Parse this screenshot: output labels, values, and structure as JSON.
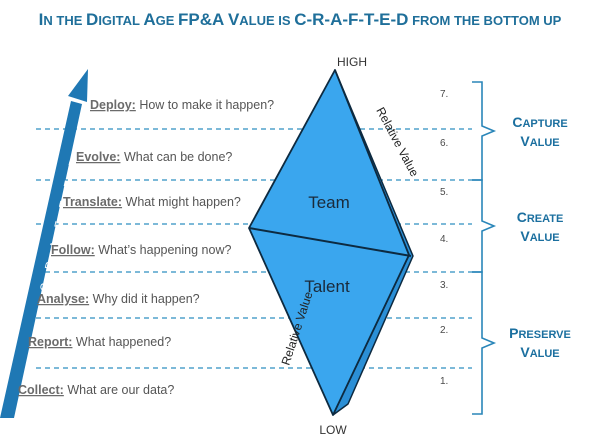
{
  "title": {
    "parts": [
      {
        "cap": "I",
        "rest": "n "
      },
      {
        "cap": "",
        "rest": "the "
      },
      {
        "cap": "D",
        "rest": "igital "
      },
      {
        "cap": "A",
        "rest": "ge "
      },
      {
        "cap": "FP&A",
        "rest": " "
      },
      {
        "cap": "V",
        "rest": "alue "
      },
      {
        "cap": "",
        "rest": "is "
      },
      {
        "cap": "C-R-A-F-T-E-D",
        "rest": " "
      },
      {
        "cap": "",
        "rest": "from the bottom up"
      }
    ]
  },
  "arrow_label": "C – R – A – F – T – E – D",
  "stages": [
    {
      "key": "Deploy:",
      "text": " How to make it happen?"
    },
    {
      "key": "Evolve:",
      "text": " What can be done?"
    },
    {
      "key": "Translate:",
      "text": " What might happen?"
    },
    {
      "key": "Follow:",
      "text": " What’s happening now?"
    },
    {
      "key": "Analyse:",
      "text": " Why did it happen?"
    },
    {
      "key": "Report:",
      "text": " What happened?"
    },
    {
      "key": "Collect:",
      "text": " What are our data?"
    }
  ],
  "numbers": [
    "7.",
    "6.",
    "5.",
    "4.",
    "3.",
    "2.",
    "1."
  ],
  "diamond": {
    "top_label": "HIGH",
    "bottom_label": "LOW",
    "upper_label": "Team",
    "lower_label": "Talent",
    "side_label_right": "Relative Value",
    "side_label_left": "Relative Value"
  },
  "groups": [
    {
      "line1": "Capture",
      "line2": "Value"
    },
    {
      "line1": "Create",
      "line2": "Value"
    },
    {
      "line1": "Preserve",
      "line2": "Value"
    }
  ],
  "colors": {
    "title": "#1f6f9a",
    "arrow": "#1f78b4",
    "diamond_front": "#3aa6ee",
    "diamond_side": "#2b8fd6",
    "dash": "#2f8fc0",
    "brace": "#2a86b9"
  }
}
